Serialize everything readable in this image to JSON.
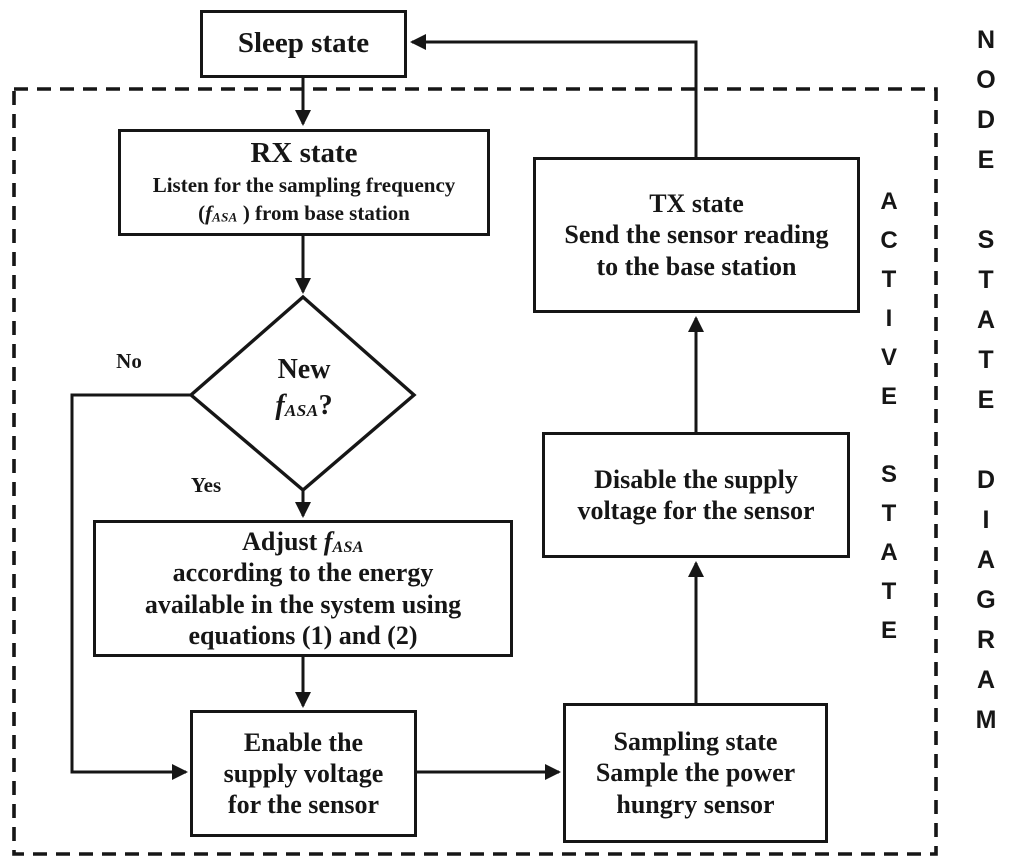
{
  "colors": {
    "ink": "#161616",
    "paper": "#ffffff"
  },
  "frame_labels": {
    "inner_vertical": "ACTIVE STATE",
    "outer_vertical": "NODE STATE DIAGRAM"
  },
  "edge_labels": {
    "no": "No",
    "yes": "Yes"
  },
  "nodes": {
    "sleep": {
      "lines": [
        {
          "text": "Sleep state",
          "title": true
        }
      ]
    },
    "rx": {
      "lines": [
        {
          "text": "RX state",
          "title": true
        },
        {
          "text": "Listen for the sampling frequency",
          "small": true
        },
        {
          "text": "(fASA ) from base station",
          "small": true
        }
      ]
    },
    "decision": {
      "lines": [
        {
          "text": "New"
        },
        {
          "text": "fASA?"
        }
      ]
    },
    "adjust": {
      "lines": [
        {
          "text": "Adjust fASA"
        },
        {
          "text": "according to the energy"
        },
        {
          "text": "available in the system using"
        },
        {
          "text": "equations (1) and (2)"
        }
      ]
    },
    "enable": {
      "lines": [
        {
          "text": "Enable the"
        },
        {
          "text": "supply voltage"
        },
        {
          "text": "for the sensor"
        }
      ]
    },
    "sampling": {
      "lines": [
        {
          "text": "Sampling state"
        },
        {
          "text": "Sample the power"
        },
        {
          "text": "hungry sensor"
        }
      ]
    },
    "disable": {
      "lines": [
        {
          "text": "Disable the supply"
        },
        {
          "text": "voltage for the sensor"
        }
      ]
    },
    "tx": {
      "lines": [
        {
          "text": "TX state"
        },
        {
          "text": "Send the sensor reading"
        },
        {
          "text": "to the base station"
        }
      ]
    }
  }
}
